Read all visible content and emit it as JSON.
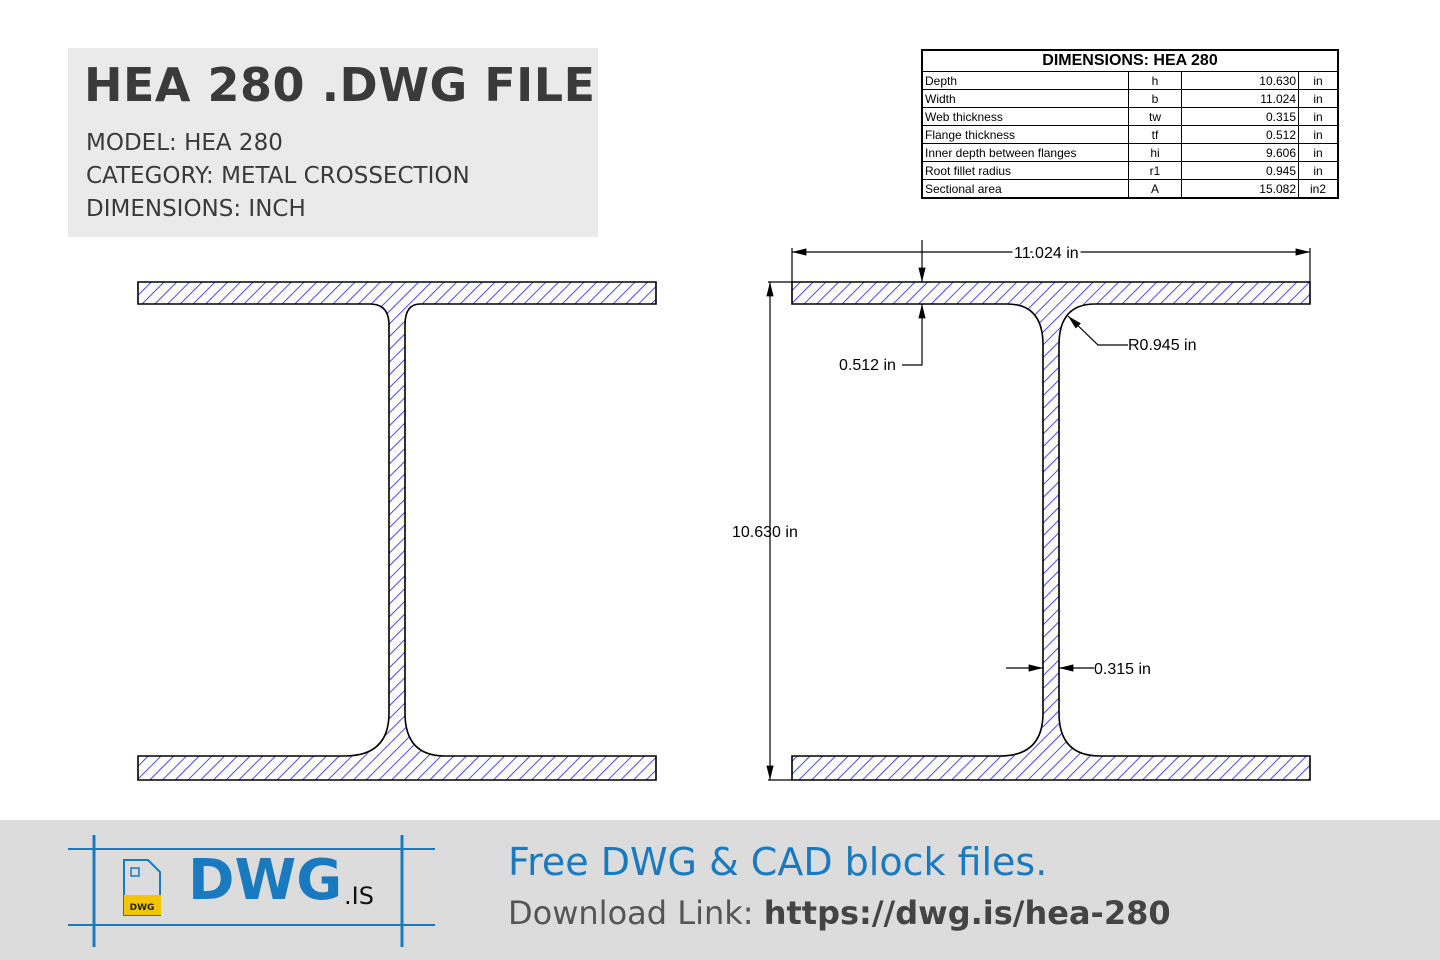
{
  "header": {
    "title": "HEA 280 .DWG FILE",
    "model": "MODEL:  HEA 280",
    "category": "CATEGORY:  METAL CROSSECTION",
    "dimensions": "DIMENSIONS:  INCH"
  },
  "table": {
    "title": "DIMENSIONS: HEA 280",
    "rows": [
      {
        "name": "Depth",
        "symbol": "h",
        "value": "10.630",
        "unit": "in"
      },
      {
        "name": "Width",
        "symbol": "b",
        "value": "11.024",
        "unit": "in"
      },
      {
        "name": "Web thickness",
        "symbol": "tw",
        "value": "0.315",
        "unit": "in"
      },
      {
        "name": "Flange thickness",
        "symbol": "tf",
        "value": "0.512",
        "unit": "in"
      },
      {
        "name": "Inner depth between flanges",
        "symbol": "hi",
        "value": "9.606",
        "unit": "in"
      },
      {
        "name": "Root fillet radius",
        "symbol": "r1",
        "value": "0.945",
        "unit": "in"
      },
      {
        "name": "Sectional area",
        "symbol": "A",
        "value": "15.082",
        "unit": "in2"
      }
    ]
  },
  "annotations": {
    "width": "11.024 in",
    "flange": "0.512 in",
    "radius": "R0.945 in",
    "depth": "10.630 in",
    "web": "0.315 in"
  },
  "colors": {
    "hatch": "#1a1aff",
    "brand": "#1a7abf",
    "badge": "#f5c400"
  },
  "footer": {
    "logo": "DWG",
    "logo_suffix": ".IS",
    "badge": "DWG",
    "tagline": "Free DWG & CAD block files.",
    "download_label": "Download Link: ",
    "download_url": "https://dwg.is/hea-280"
  }
}
